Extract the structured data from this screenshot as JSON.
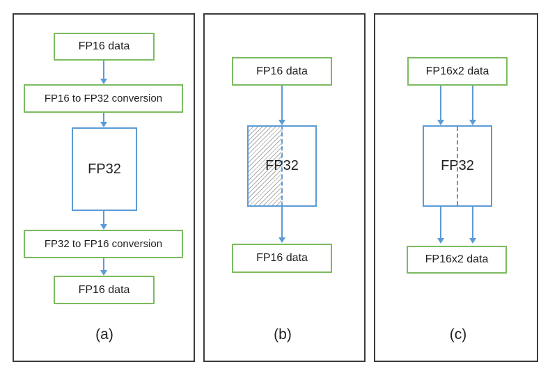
{
  "figure": {
    "title": "FP16/FP32 conversion dataflow figure",
    "colors": {
      "box_border_green": "#7cbb5f",
      "accent_blue": "#5b9bd5",
      "panel_border": "#3c3c3c",
      "hatch_gray": "#ababab",
      "text": "#1f1f1f"
    }
  },
  "panels": [
    {
      "label": "(a)",
      "nodes": [
        "FP16 data",
        "FP16 to FP32 conversion",
        "FP32",
        "FP32 to FP16 conversion",
        "FP16 data"
      ]
    },
    {
      "label": "(b)",
      "nodes": [
        "FP16 data",
        "FP32",
        "FP16 data"
      ]
    },
    {
      "label": "(c)",
      "nodes": [
        "FP16x2 data",
        "FP32",
        "FP16x2 data"
      ]
    }
  ]
}
